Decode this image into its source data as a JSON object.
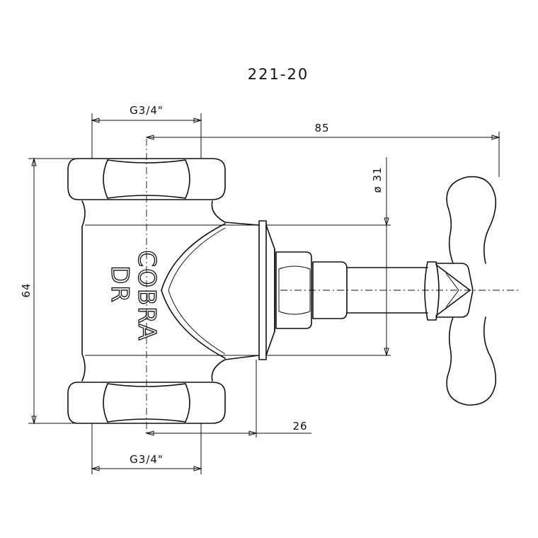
{
  "title": "221-20",
  "dimensions": {
    "thread_top": "G3/4\"",
    "thread_bottom": "G3/4\"",
    "length_to_handle": "85",
    "diameter": "ø 31",
    "height": "64",
    "offset": "26"
  },
  "body_marking": {
    "line1": "COBRA",
    "line2": "DR"
  }
}
